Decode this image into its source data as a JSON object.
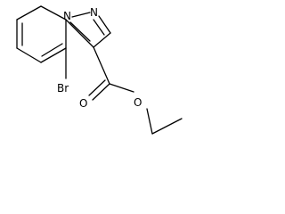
{
  "molecule": {
    "atoms": {
      "n_pyrazole": "N",
      "n_bridge": "N",
      "bromine": "Br",
      "carbonyl_oxygen": "O",
      "ester_oxygen": "O"
    }
  }
}
